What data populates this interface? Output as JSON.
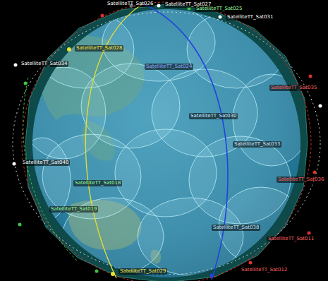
{
  "diagram": {
    "labels": [
      "SatelliteTT_Sat026",
      "SatelliteTT_Sat027",
      "SatelliteTT_Sat025",
      "SatelliteTT_Sat028",
      "SatelliteTT_Sat024",
      "SatelliteTT_Sat031",
      "SatelliteTT_Sat030",
      "SatelliteTT_Sat033",
      "SatelliteTT_Sat018",
      "SatelliteTT_Sat019",
      "SatelliteTT_Sat038",
      "SatelliteTT_Sat035",
      "SatelliteTT_Sat036",
      "SatelliteTT_Sat011",
      "SatelliteTT_Sat012",
      "SatelliteTT_Sat029",
      "SatelliteTT_Sat034",
      "SatelliteTT_Sat040"
    ]
  }
}
